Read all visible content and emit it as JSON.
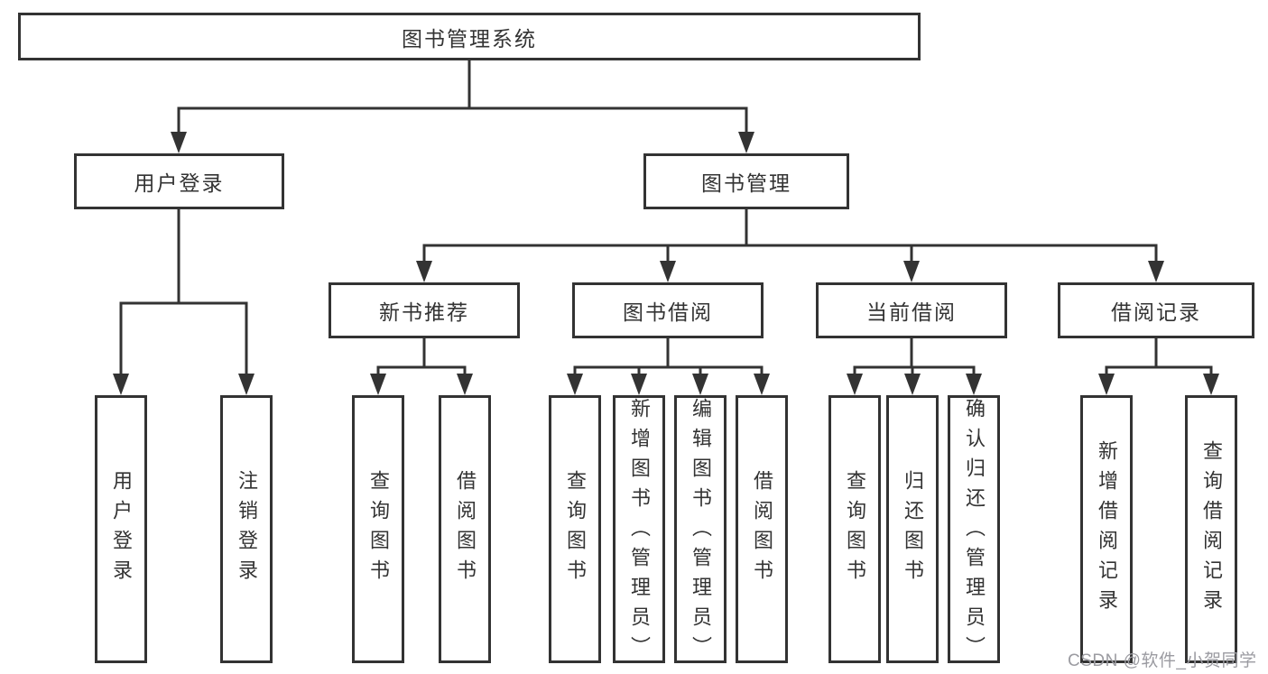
{
  "diagram": {
    "root": {
      "label": "图书管理系统"
    },
    "branches": [
      {
        "label": "用户登录",
        "children": [
          {
            "label": "用户登录"
          },
          {
            "label": "注销登录"
          }
        ]
      },
      {
        "label": "图书管理",
        "children": [
          {
            "label": "新书推荐",
            "children": [
              {
                "label": "查询图书"
              },
              {
                "label": "借阅图书"
              }
            ]
          },
          {
            "label": "图书借阅",
            "children": [
              {
                "label": "查询图书"
              },
              {
                "label": "新增图书（管理员）"
              },
              {
                "label": "编辑图书（管理员）"
              },
              {
                "label": "借阅图书"
              }
            ]
          },
          {
            "label": "当前借阅",
            "children": [
              {
                "label": "查询图书"
              },
              {
                "label": "归还图书"
              },
              {
                "label": "确认归还（管理员）"
              }
            ]
          },
          {
            "label": "借阅记录",
            "children": [
              {
                "label": "新增借阅记录"
              },
              {
                "label": "查询借阅记录"
              }
            ]
          }
        ]
      }
    ]
  },
  "watermark": "CSDN @软件_小贺同学",
  "colors": {
    "line": "#333333",
    "text": "#333333",
    "background": "#ffffff",
    "watermark": "#9b9ba1"
  }
}
